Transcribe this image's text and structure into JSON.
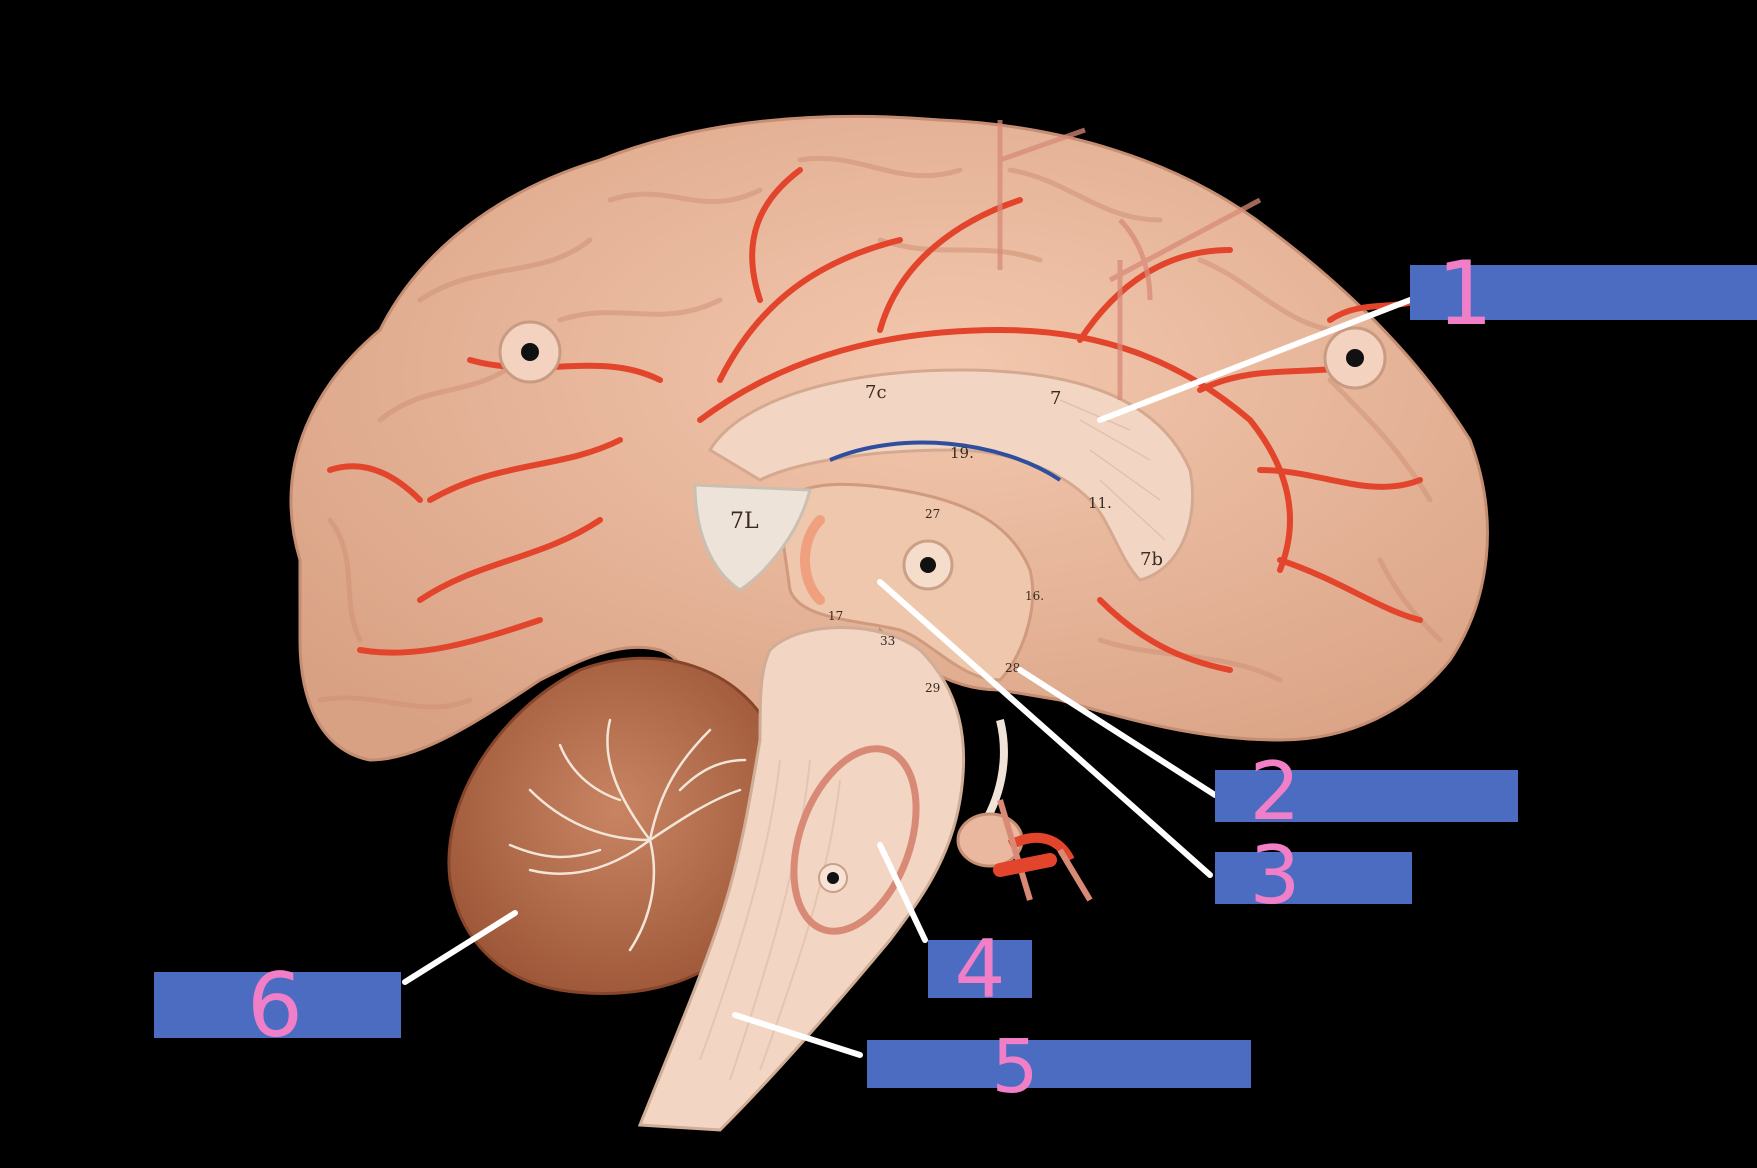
{
  "diagram": {
    "background_color": "#000000",
    "label_box_color": "#4b6cc1",
    "label_number_color": "#f07fc8",
    "leader_line_color": "#ffffff",
    "artery_color": "#e2452c",
    "tissue_color": "#eab79c",
    "cerebellum_color": "#b86e4e",
    "labels": [
      {
        "id": 1,
        "text": "1"
      },
      {
        "id": 2,
        "text": "2"
      },
      {
        "id": 3,
        "text": "3"
      },
      {
        "id": 4,
        "text": "4"
      },
      {
        "id": 5,
        "text": "5"
      },
      {
        "id": 6,
        "text": "6"
      }
    ],
    "model_marks": [
      "7c",
      "7",
      "19.",
      "11.",
      "7b",
      "7L",
      "17",
      "33",
      "16.",
      "28",
      "29",
      "27"
    ]
  }
}
